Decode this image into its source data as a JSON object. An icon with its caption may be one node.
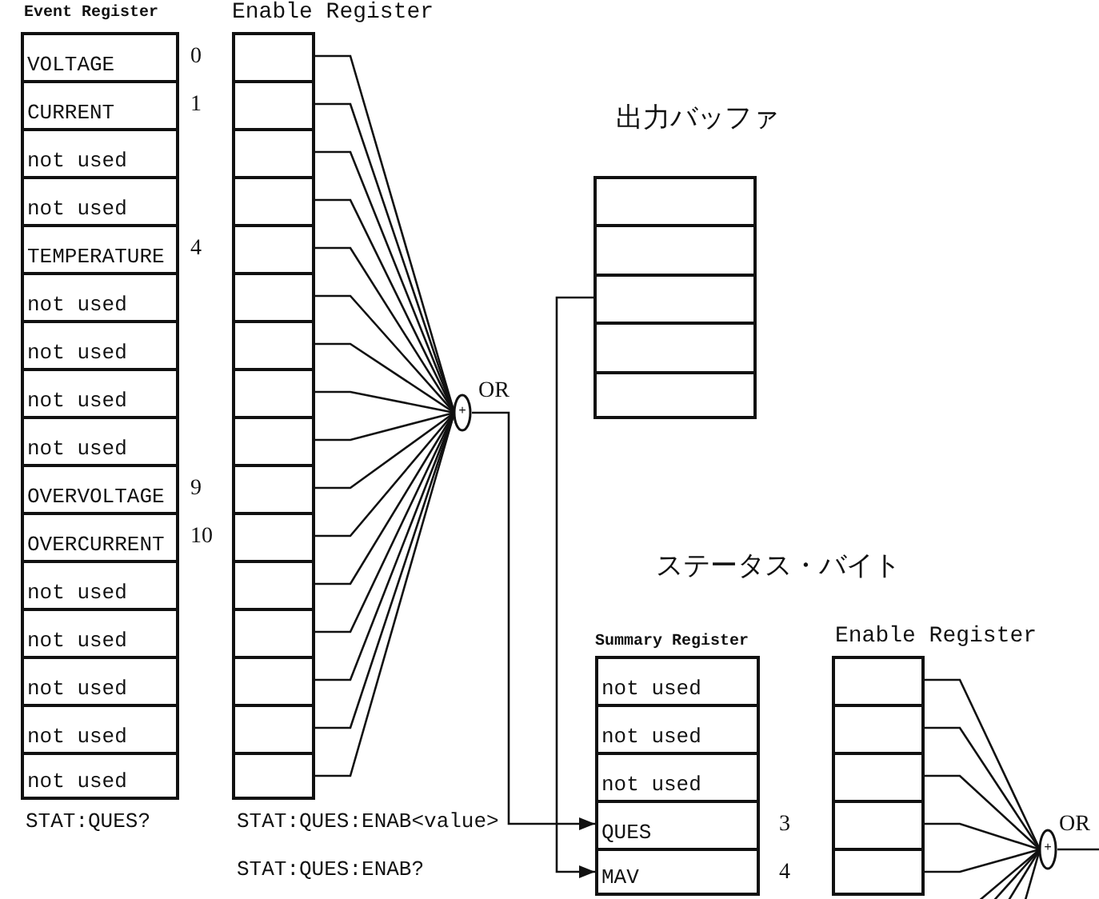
{
  "diagram": {
    "nodes": [
      {
        "text": [
          "Event Register"
        ]
      },
      {
        "text": [
          "VOLTAGE"
        ],
        "in": 0,
        "beside": [
          "0"
        ]
      },
      {
        "text": [
          "CURRENT"
        ],
        "in": 0,
        "beside": [
          "1"
        ]
      },
      {
        "text": [
          "not used"
        ],
        "in": 0
      },
      {
        "text": [
          "not used"
        ],
        "in": 0
      },
      {
        "text": [
          "TEMPERATURE"
        ],
        "in": 0,
        "beside": [
          "4"
        ]
      },
      {
        "text": [
          "not used"
        ],
        "in": 0
      },
      {
        "text": [
          "not used"
        ],
        "in": 0
      },
      {
        "text": [
          "not used"
        ],
        "in": 0
      },
      {
        "text": [
          "not used"
        ],
        "in": 0
      },
      {
        "text": [
          "OVERVOLTAGE"
        ],
        "in": 0,
        "beside": [
          "9"
        ]
      },
      {
        "text": [
          "OVERCURRENT"
        ],
        "in": 0,
        "beside": [
          "10"
        ]
      },
      {
        "text": [
          "not used"
        ],
        "in": 0
      },
      {
        "text": [
          "not used"
        ],
        "in": 0
      },
      {
        "text": [
          "not used"
        ],
        "in": 0
      },
      {
        "text": [
          "not used"
        ],
        "in": 0
      },
      {
        "text": [
          "not used"
        ],
        "in": 0
      },
      {
        "text": [
          "Enable Register"
        ]
      },
      {
        "text": [],
        "shape": "box",
        "in": 17
      },
      {
        "text": [],
        "shape": "box",
        "in": 17
      },
      {
        "text": [],
        "shape": "box",
        "in": 17
      },
      {
        "text": [],
        "shape": "box",
        "in": 17
      },
      {
        "text": [],
        "shape": "box",
        "in": 17
      },
      {
        "text": [],
        "shape": "box",
        "in": 17
      },
      {
        "text": [],
        "shape": "box",
        "in": 17
      },
      {
        "text": [],
        "shape": "box",
        "in": 17
      },
      {
        "text": [],
        "shape": "box",
        "in": 17
      },
      {
        "text": [],
        "shape": "box",
        "in": 17
      },
      {
        "text": [],
        "shape": "box",
        "in": 17
      },
      {
        "text": [],
        "shape": "box",
        "in": 17
      },
      {
        "text": [],
        "shape": "box",
        "in": 17
      },
      {
        "text": [],
        "shape": "box",
        "in": 17
      },
      {
        "text": [],
        "shape": "box",
        "in": 17
      },
      {
        "text": [],
        "shape": "box",
        "in": 17
      },
      {
        "text": [
          "+"
        ],
        "beside": [
          "OR"
        ]
      },
      {
        "text": [
          "出力バッファ"
        ]
      },
      {
        "text": [],
        "shape": "box",
        "in": 35
      },
      {
        "text": [],
        "shape": "box",
        "in": 35
      },
      {
        "text": [],
        "shape": "box",
        "in": 35
      },
      {
        "text": [],
        "shape": "box",
        "in": 35
      },
      {
        "text": [],
        "shape": "box",
        "in": 35
      },
      {
        "text": [
          "Summary Register"
        ]
      },
      {
        "text": [
          "not used"
        ],
        "in": 41
      },
      {
        "text": [
          "not used"
        ],
        "in": 41
      },
      {
        "text": [
          "not used"
        ],
        "in": 41
      },
      {
        "text": [
          "QUES"
        ],
        "in": 41,
        "beside": [
          "3"
        ]
      },
      {
        "text": [
          "MAV"
        ],
        "in": 41,
        "beside": [
          "4"
        ]
      },
      {
        "text": [
          "Enable Register"
        ]
      },
      {
        "text": [],
        "shape": "box",
        "in": 47
      },
      {
        "text": [],
        "shape": "box",
        "in": 47
      },
      {
        "text": [],
        "shape": "box",
        "in": 47
      },
      {
        "text": [],
        "shape": "box",
        "in": 47
      },
      {
        "text": [],
        "shape": "box",
        "in": 47
      },
      {
        "text": [
          "+"
        ],
        "beside": [
          "OR"
        ]
      }
    ],
    "edges": [
      {
        "from": 18,
        "to": 34,
        "arrow": "none"
      },
      {
        "from": 19,
        "to": 34,
        "arrow": "none"
      },
      {
        "from": 20,
        "to": 34,
        "arrow": "none"
      },
      {
        "from": 21,
        "to": 34,
        "arrow": "none"
      },
      {
        "from": 22,
        "to": 34,
        "arrow": "none"
      },
      {
        "from": 23,
        "to": 34,
        "arrow": "none"
      },
      {
        "from": 24,
        "to": 34,
        "arrow": "none"
      },
      {
        "from": 25,
        "to": 34,
        "arrow": "none"
      },
      {
        "from": 26,
        "to": 34,
        "arrow": "none"
      },
      {
        "from": 27,
        "to": 34,
        "arrow": "none"
      },
      {
        "from": 28,
        "to": 34,
        "arrow": "none"
      },
      {
        "from": 29,
        "to": 34,
        "arrow": "none"
      },
      {
        "from": 30,
        "to": 34,
        "arrow": "none"
      },
      {
        "from": 31,
        "to": 34,
        "arrow": "none"
      },
      {
        "from": 32,
        "to": 34,
        "arrow": "none"
      },
      {
        "from": 33,
        "to": 34,
        "arrow": "none"
      },
      {
        "from": 34,
        "to": 45,
        "arrow": "to"
      },
      {
        "from": 38,
        "to": 46,
        "arrow": "to"
      },
      {
        "from": 48,
        "to": 53,
        "arrow": "none"
      },
      {
        "from": 49,
        "to": 53,
        "arrow": "none"
      },
      {
        "from": 50,
        "to": 53,
        "arrow": "none"
      },
      {
        "from": 51,
        "to": 53,
        "arrow": "none"
      },
      {
        "from": 52,
        "to": 53,
        "arrow": "none"
      },
      {
        "from": 47,
        "to": 53,
        "arrow": "none"
      },
      {
        "from": 47,
        "to": 53,
        "arrow": "none"
      },
      {
        "from": 47,
        "to": 53,
        "arrow": "none"
      },
      {
        "from": 47,
        "to": 53,
        "arrow": "none"
      },
      {
        "from": 53,
        "to": null,
        "arrow": "none"
      }
    ],
    "labels": [
      "ステータス・バイト",
      "STAT:QUES?",
      "STAT:QUES:ENAB<value>",
      "STAT:QUES:ENAB?"
    ]
  }
}
